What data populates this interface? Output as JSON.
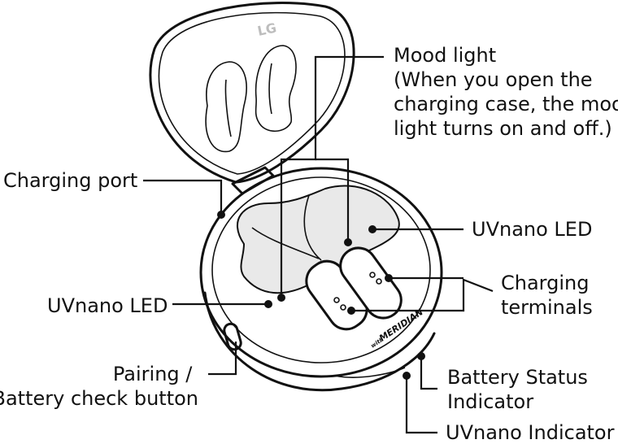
{
  "labels": {
    "mood_light": [
      "Mood light",
      "(When you open the",
      "charging case, the mood",
      "light turns on and off.)"
    ],
    "charging_port": "Charging port",
    "uvnano_led_right": "UVnano LED",
    "uvnano_led_left": "UVnano LED",
    "charging_terminals": [
      "Charging",
      "terminals"
    ],
    "pairing_button": [
      "Pairing /",
      "Battery check button"
    ],
    "battery_status_indicator": [
      "Battery Status",
      "Indicator"
    ],
    "uvnano_indicator": "UVnano Indicator"
  },
  "case_markings": {
    "brand_small": "with",
    "brand": "MERIDIAN",
    "lid_logo": "LG"
  }
}
